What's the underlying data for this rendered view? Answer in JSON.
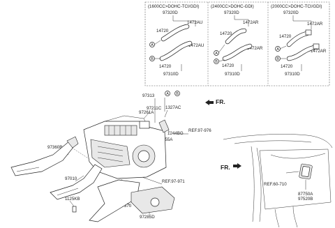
{
  "variants": [
    {
      "header": "(1600CC>DOHC-TCI/GDI)",
      "top": "97320D",
      "a": "14720",
      "b": "14720",
      "au1": "1472AU",
      "au2": "1472AU",
      "bottom": "97310D"
    },
    {
      "header": "(2400CC>DOHC-GDI)",
      "top": "97320D",
      "a": "14720",
      "b": "14720",
      "au1": "1472AR",
      "au2": "1472AR",
      "bottom": "97310D"
    },
    {
      "header": "(2000CC>DOHC-TCI/GDI)",
      "top": "97320D",
      "a": "14720",
      "b": "14720",
      "au1": "1472AR",
      "au2": "1472AR",
      "bottom": "97310D"
    }
  ],
  "circle_labels": {
    "a": "A",
    "b": "B"
  },
  "main_labels": {
    "p97313": "97313",
    "p97211C": "97211C",
    "p97261A": "97261A",
    "p1327AC": "1327AC",
    "p1244BG": "1244BG",
    "p97655A": "97655A",
    "ref97976": "REF.97-976",
    "p97360B": "97360B",
    "p97010": "97010",
    "p1125KB": "1125KB",
    "ref97971": "REF.97-971",
    "p97370": "97370",
    "p97285D": "97285D"
  },
  "fr_labels": [
    "FR.",
    "FR."
  ],
  "right_labels": {
    "ref60710": "REF.60-710",
    "p87750A": "87750A",
    "p97520B": "97520B"
  }
}
